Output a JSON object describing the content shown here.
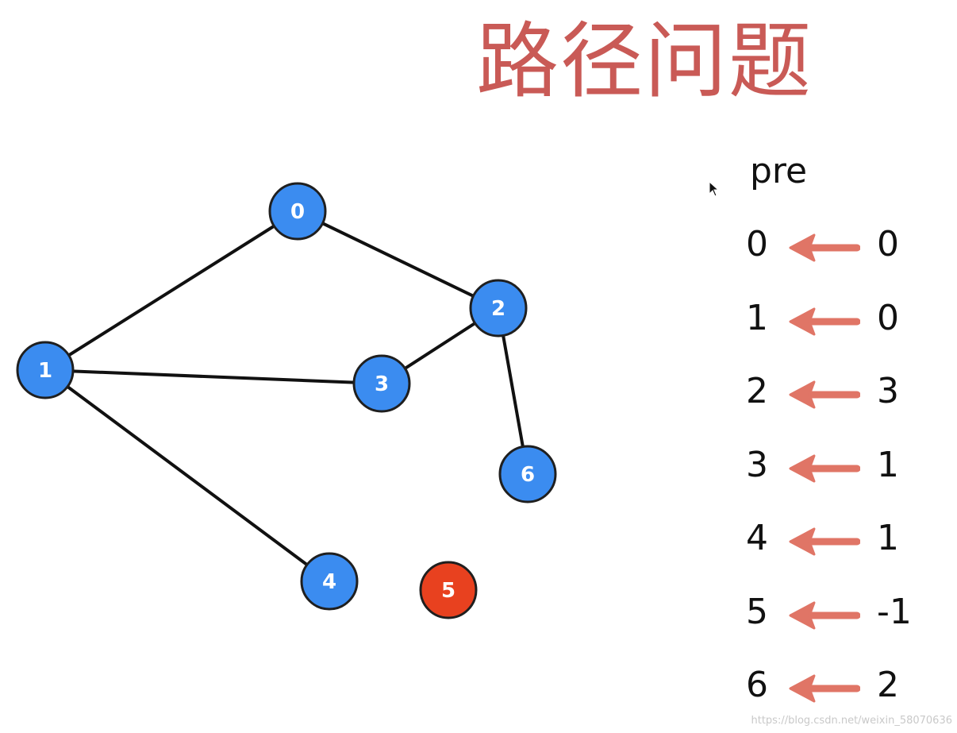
{
  "title": "路径问题",
  "graph": {
    "nodes": [
      {
        "id": 0,
        "label": "0",
        "highlighted": false
      },
      {
        "id": 1,
        "label": "1",
        "highlighted": false
      },
      {
        "id": 2,
        "label": "2",
        "highlighted": false
      },
      {
        "id": 3,
        "label": "3",
        "highlighted": false
      },
      {
        "id": 4,
        "label": "4",
        "highlighted": false
      },
      {
        "id": 5,
        "label": "5",
        "highlighted": true
      },
      {
        "id": 6,
        "label": "6",
        "highlighted": false
      }
    ],
    "edges": [
      [
        0,
        1
      ],
      [
        0,
        2
      ],
      [
        1,
        3
      ],
      [
        2,
        3
      ],
      [
        1,
        4
      ],
      [
        2,
        6
      ]
    ]
  },
  "pre": {
    "label": "pre",
    "rows": [
      {
        "node": "0",
        "parent": "0"
      },
      {
        "node": "1",
        "parent": "0"
      },
      {
        "node": "2",
        "parent": "3"
      },
      {
        "node": "3",
        "parent": "1"
      },
      {
        "node": "4",
        "parent": "1"
      },
      {
        "node": "5",
        "parent": "-1"
      },
      {
        "node": "6",
        "parent": "2"
      }
    ]
  },
  "colors": {
    "title": "#c95a56",
    "node_fill": "#3b8cf0",
    "node_highlight_fill": "#e8411f",
    "node_stroke": "#1f1f1f",
    "edge": "#111111",
    "arrow": "#e07566"
  },
  "watermark": "https://blog.csdn.net/weixin_58070636"
}
